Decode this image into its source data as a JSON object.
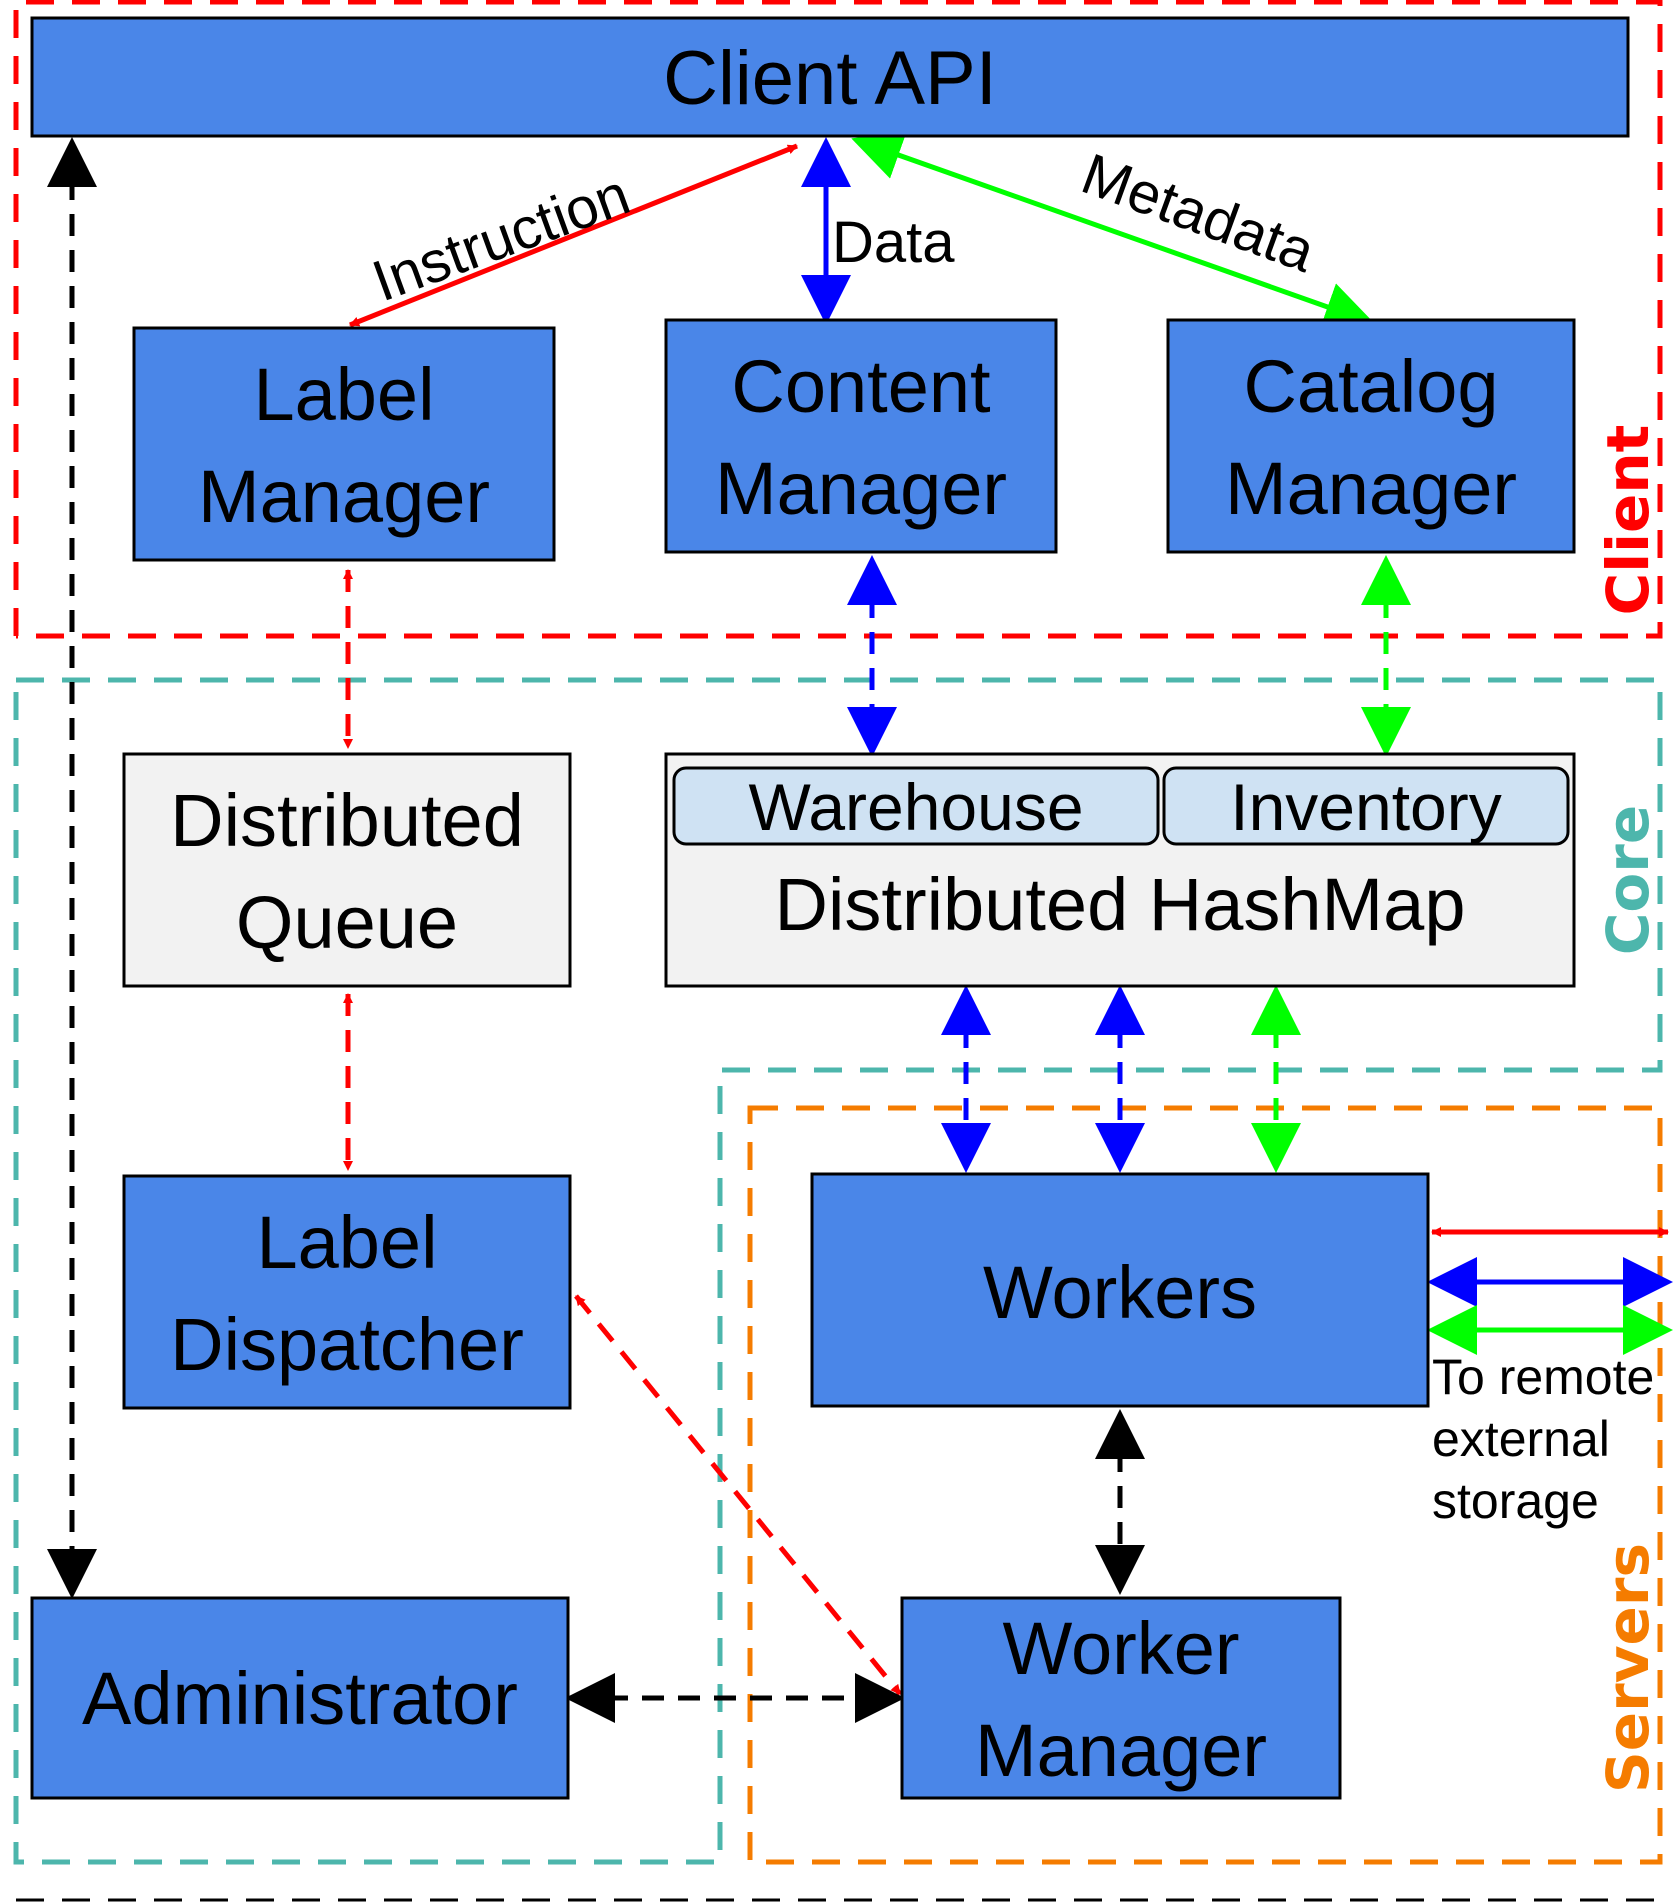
{
  "colors": {
    "box_blue": "#4a86e8",
    "box_gray": "#f2f2f2",
    "sub_blue": "#cfe2f3",
    "red": "#ff0000",
    "blue": "#0000ff",
    "green": "#00ff00",
    "black": "#000000",
    "client_region": "#ff0000",
    "core_region": "#4db6ac",
    "servers_region": "#f57c00"
  },
  "regions": {
    "client": "Client",
    "core": "Core",
    "servers": "Servers"
  },
  "boxes": {
    "client_api": "Client API",
    "label_manager": [
      "Label",
      "Manager"
    ],
    "content_manager": [
      "Content",
      "Manager"
    ],
    "catalog_manager": [
      "Catalog",
      "Manager"
    ],
    "distributed_queue": [
      "Distributed",
      "Queue"
    ],
    "warehouse": "Warehouse",
    "inventory": "Inventory",
    "distributed_hashmap": "Distributed HashMap",
    "label_dispatcher": [
      "Label",
      "Dispatcher"
    ],
    "workers": "Workers",
    "administrator": "Administrator",
    "worker_manager": [
      "Worker",
      "Manager"
    ]
  },
  "edges": {
    "instruction": "Instruction",
    "data": "Data",
    "metadata": "Metadata"
  },
  "note": [
    "To remote",
    "external",
    "storage"
  ]
}
